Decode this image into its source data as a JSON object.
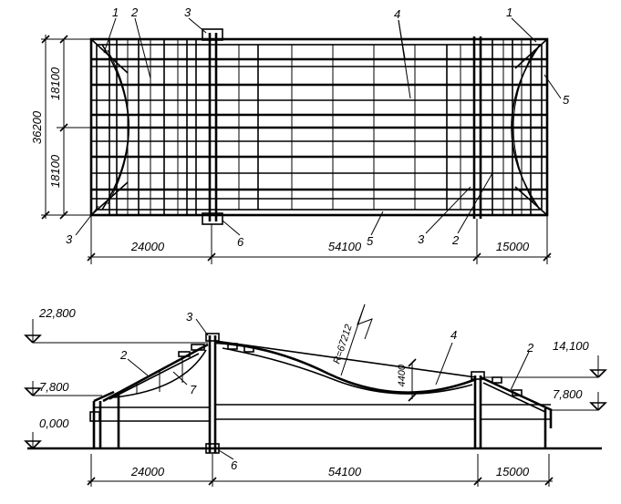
{
  "plan": {
    "dims_horizontal": [
      "24000",
      "54100",
      "15000"
    ],
    "dims_vertical": {
      "total": "36200",
      "upper": "18100",
      "lower": "18100"
    },
    "callouts": {
      "c1_top_left": "1",
      "c2_top_left": "2",
      "c3_top": "3",
      "c4_top": "4",
      "c1_top_right": "1",
      "c5_right": "5",
      "c3_bottom_left": "3",
      "c6_bottom": "6",
      "c5_bottom": "5",
      "c3_bottom_right": "3",
      "c2_bottom_right": "2"
    }
  },
  "section": {
    "elevations": {
      "top": "22,800",
      "eave_left": "7,800",
      "ground": "0,000",
      "mid_right": "14,100",
      "eave_right": "7,800"
    },
    "dims_horizontal": [
      "24000",
      "54100",
      "15000"
    ],
    "radius_label": "R=67212",
    "sag_label": "4400",
    "callouts": {
      "c3_mast": "3",
      "c2_left": "2",
      "c7_left": "7",
      "c4_cable": "4",
      "c2_right": "2",
      "c6_base": "6"
    }
  }
}
